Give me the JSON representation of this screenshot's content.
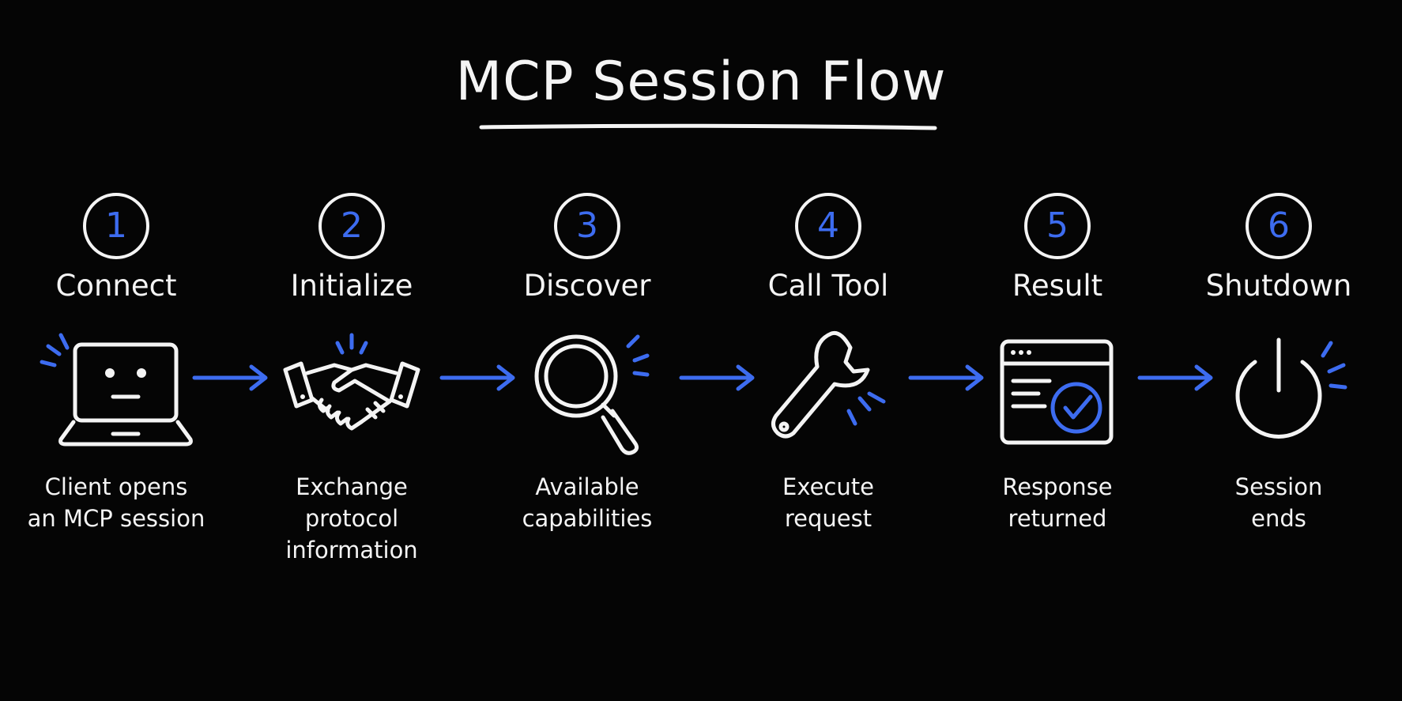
{
  "title": "MCP Session Flow",
  "colors": {
    "background": "#050505",
    "foreground": "#f4f4f4",
    "accent": "#3d6cf0"
  },
  "steps": [
    {
      "number": "1",
      "label": "Connect",
      "icon": "laptop-icon",
      "description": "Client opens\nan MCP session"
    },
    {
      "number": "2",
      "label": "Initialize",
      "icon": "handshake-icon",
      "description": "Exchange\nprotocol\ninformation"
    },
    {
      "number": "3",
      "label": "Discover",
      "icon": "magnifier-icon",
      "description": "Available\ncapabilities"
    },
    {
      "number": "4",
      "label": "Call Tool",
      "icon": "wrench-icon",
      "description": "Execute\nrequest"
    },
    {
      "number": "5",
      "label": "Result",
      "icon": "window-check-icon",
      "description": "Response\nreturned"
    },
    {
      "number": "6",
      "label": "Shutdown",
      "icon": "power-icon",
      "description": "Session\nends"
    }
  ]
}
